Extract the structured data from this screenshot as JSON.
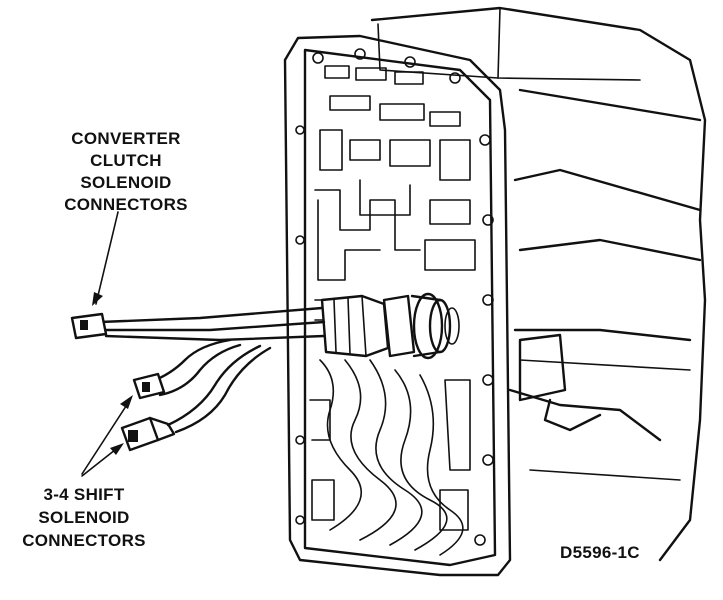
{
  "labels": {
    "converter_clutch": [
      "CONVERTER",
      "CLUTCH",
      "SOLENOID",
      "CONNECTORS"
    ],
    "shift_solenoid": [
      "3-4 SHIFT",
      "SOLENOID",
      "CONNECTORS"
    ],
    "figure_code": "D5596-1C"
  },
  "colors": {
    "ink": "#111111",
    "paper": "#ffffff"
  }
}
